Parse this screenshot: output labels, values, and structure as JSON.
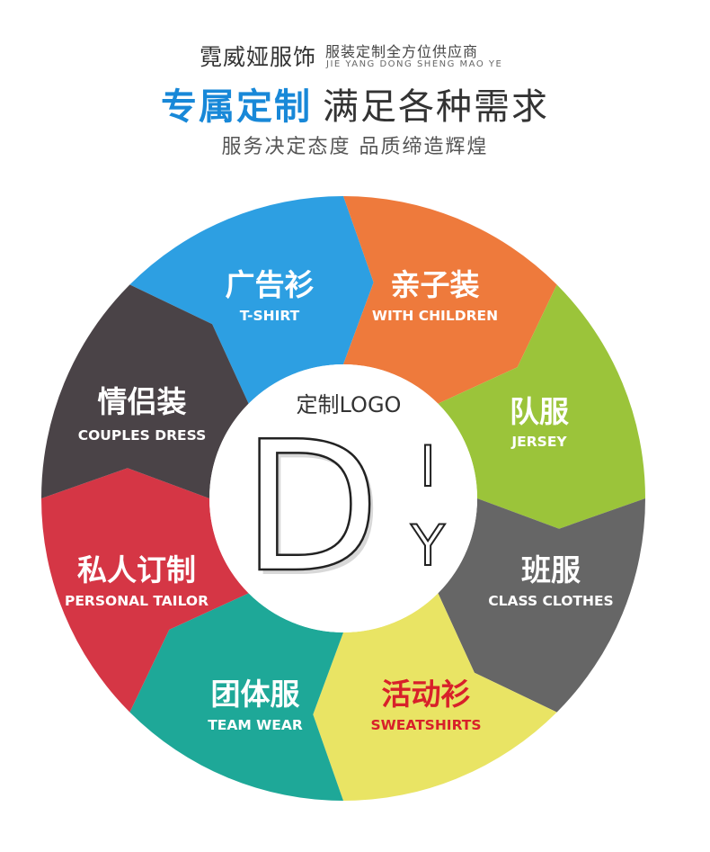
{
  "header": {
    "brand": "霓威娅服饰",
    "brand_tagline": "服装定制全方位供应商",
    "brand_pinyin": "JIE YANG DONG SHENG MAO YE",
    "headline_highlight": "专属定制",
    "headline_rest": "满足各种需求",
    "slogan": "服务决定态度 品质缔造辉煌"
  },
  "center": {
    "label": "定制LOGO",
    "letter_d": "D",
    "letter_i": "I",
    "letter_y": "Y"
  },
  "colors": {
    "blue": "#2d9fe2",
    "orange": "#ee7a3c",
    "green": "#9bc43a",
    "gray": "#666666",
    "yellow": "#e9e464",
    "teal": "#1ea898",
    "red": "#d53645",
    "dark": "#4a4347",
    "headline_blue": "#1888d8",
    "red_text": "#d8202a"
  },
  "segments": [
    {
      "id": "tshirt",
      "cn": "广告衫",
      "en": "T-SHIRT",
      "color": "#2d9fe2",
      "text_color": "#ffffff"
    },
    {
      "id": "children",
      "cn": "亲子装",
      "en": "WITH CHILDREN",
      "color": "#ee7a3c",
      "text_color": "#ffffff"
    },
    {
      "id": "jersey",
      "cn": "队服",
      "en": "JERSEY",
      "color": "#9bc43a",
      "text_color": "#ffffff"
    },
    {
      "id": "class",
      "cn": "班服",
      "en": "CLASS CLOTHES",
      "color": "#666666",
      "text_color": "#ffffff"
    },
    {
      "id": "sweat",
      "cn": "活动衫",
      "en": "SWEATSHIRTS",
      "color": "#e9e464",
      "text_color": "#d8202a"
    },
    {
      "id": "team",
      "cn": "团体服",
      "en": "TEAM WEAR",
      "color": "#1ea898",
      "text_color": "#ffffff"
    },
    {
      "id": "tailor",
      "cn": "私人订制",
      "en": "PERSONAL TAILOR",
      "color": "#d53645",
      "text_color": "#ffffff"
    },
    {
      "id": "couples",
      "cn": "情侣装",
      "en": "COUPLES DRESS",
      "color": "#4a4347",
      "text_color": "#ffffff"
    }
  ]
}
